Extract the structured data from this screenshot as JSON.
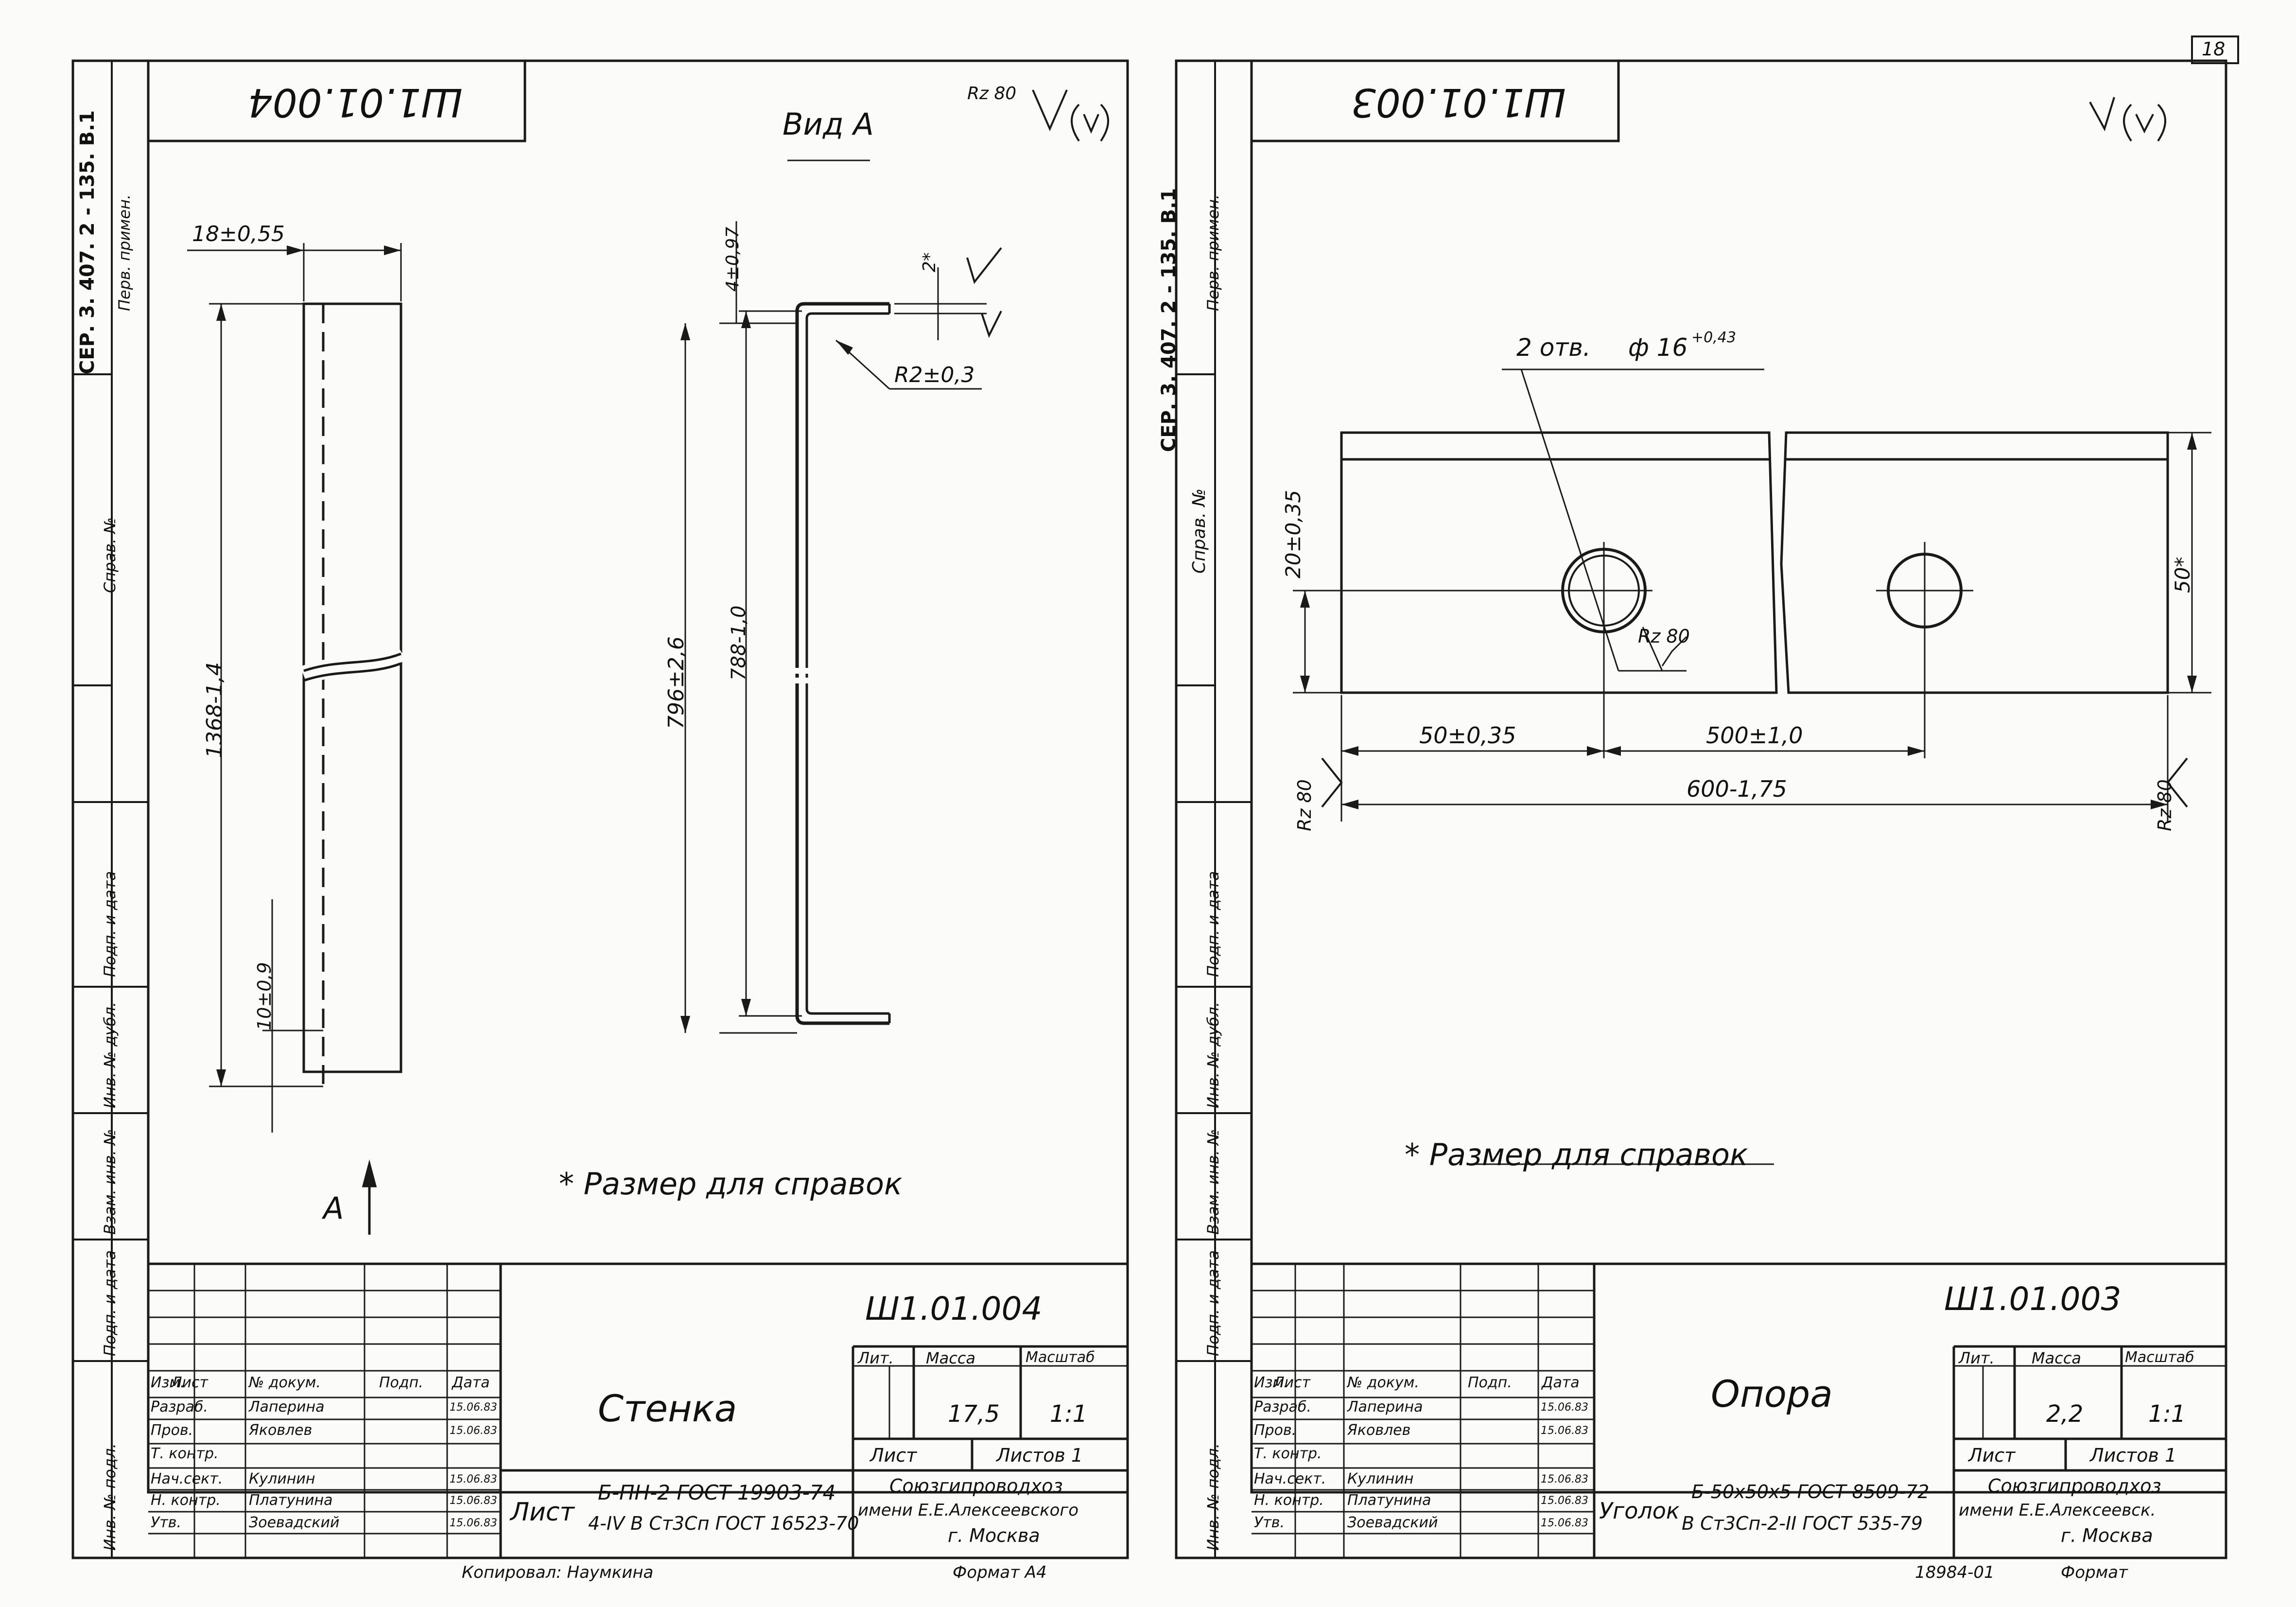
{
  "page_number": "18",
  "left": {
    "series_code": "СЕР. 3. 407. 2 - 135. В.1",
    "side_labels": [
      "Перв. примен.",
      "Справ. №",
      "Подп. и дата",
      "Инв. № дубл.",
      "Взам. инв. №",
      "Подп. и дата",
      "Инв. № подл."
    ],
    "top_code_mirrored": "Ш1.01.004",
    "view_label": "Вид А",
    "roughness": "Rz 80",
    "dims": {
      "width": "18±0,55",
      "length": "1368-1,4",
      "offset": "10±0,9",
      "flange": "4±0,97",
      "flange_ref": "2*",
      "radius": "R2±0,3",
      "outer": "796±2,6",
      "inner": "788-1,0"
    },
    "view_arrow": "А",
    "note": "* Размер для справок",
    "title_block": {
      "code": "Ш1.01.004",
      "headers": [
        "Изм.",
        "Лист",
        "№ докум.",
        "Подп.",
        "Дата"
      ],
      "rows": [
        [
          "Разраб.",
          "Лаперина",
          "",
          "15.06.83"
        ],
        [
          "Пров.",
          "Яковлев",
          "",
          "15.06.83"
        ],
        [
          "Т. контр.",
          "",
          "",
          ""
        ],
        [
          "Нач.сект.",
          "Кулинин",
          "",
          "15.06.83"
        ],
        [
          "Н. контр.",
          "Платунина",
          "",
          "15.06.83"
        ],
        [
          "Утв.",
          "Зоевадский",
          "",
          "15.06.83"
        ]
      ],
      "part_name": "Стенка",
      "lit_label": "Лит.",
      "mass_label": "Масса",
      "scale_label": "Масштаб",
      "mass": "17,5",
      "scale": "1:1",
      "sheet_label": "Лист",
      "sheets_label": "Листов 1",
      "material_prefix": "Лист",
      "material_line1": "Б-ПН-2 ГОСТ 19903-74",
      "material_line2": "4-IV В Ст3Сп ГОСТ 16523-70",
      "org_line1": "Союзгипроводхоз",
      "org_line2": "имени Е.Е.Алексеевского",
      "org_line3": "г. Москва"
    },
    "copied": "Копировал: Наумкина",
    "format": "Формат А4"
  },
  "right": {
    "series_code": "СЕР. 3. 407. 2 - 135. В.1",
    "side_labels": [
      "Перв. примен.",
      "Справ. №",
      "Подп. и дата",
      "Инв. № дубл.",
      "Взам. инв. №",
      "Подп. и дата",
      "Инв. № подл."
    ],
    "top_code_mirrored": "Ш1.01.003",
    "dims": {
      "holes": "2 отв.",
      "diameter": "ф 16",
      "tolerance": "+0,43",
      "hole_pos": "20±0,35",
      "rz_hole": "Rz 80",
      "height": "50*",
      "left_pos": "50±0,35",
      "spacing": "500±1,0",
      "total": "600-1,75",
      "rz_left": "Rz 80",
      "rz_right": "Rz 80"
    },
    "note": "* Размер для справок",
    "title_block": {
      "code": "Ш1.01.003",
      "headers": [
        "Изм.",
        "Лист",
        "№ докум.",
        "Подп.",
        "Дата"
      ],
      "rows": [
        [
          "Разраб.",
          "Лаперина",
          "",
          "15.06.83"
        ],
        [
          "Пров.",
          "Яковлев",
          "",
          "15.06.83"
        ],
        [
          "Т. контр.",
          "",
          "",
          ""
        ],
        [
          "Нач.сект.",
          "Кулинин",
          "",
          "15.06.83"
        ],
        [
          "Н. контр.",
          "Платунина",
          "",
          "15.06.83"
        ],
        [
          "Утв.",
          "Зоевадский",
          "",
          "15.06.83"
        ]
      ],
      "part_name": "Опора",
      "lit_label": "Лит.",
      "mass_label": "Масса",
      "scale_label": "Масштаб",
      "mass": "2,2",
      "scale": "1:1",
      "sheet_label": "Лист",
      "sheets_label": "Листов 1",
      "material_prefix": "Уголок",
      "material_line1": "Б-50х50х5 ГОСТ 8509-72",
      "material_line2": "В Ст3Сп-2-II ГОСТ 535-79",
      "org_line1": "Союзгипроводхоз",
      "org_line2": "имени Е.Е.Алексеевск.",
      "org_line3": "г. Москва"
    },
    "bottom_number": "18984-01",
    "format": "Формат"
  }
}
